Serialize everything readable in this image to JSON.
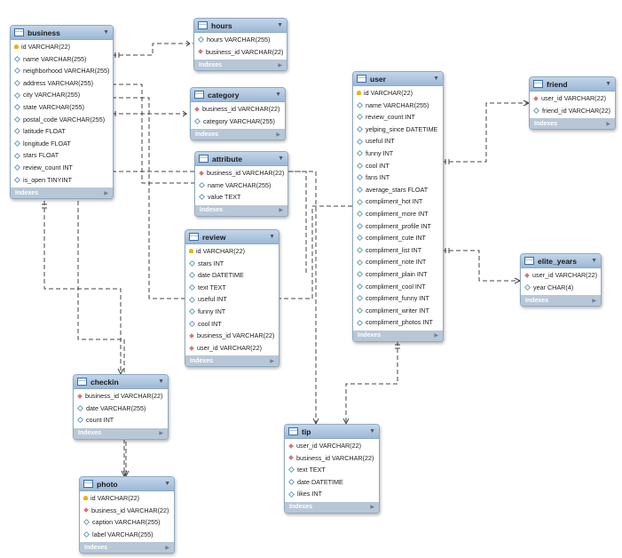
{
  "tables": [
    {
      "id": "business",
      "name": "business",
      "footer": "Indexes",
      "columns": [
        {
          "text": "id VARCHAR(22)",
          "key": "pk"
        },
        {
          "text": "name VARCHAR(255)",
          "key": "col"
        },
        {
          "text": "neighborhood VARCHAR(255)",
          "key": "col"
        },
        {
          "text": "address VARCHAR(255)",
          "key": "col"
        },
        {
          "text": "city VARCHAR(255)",
          "key": "col"
        },
        {
          "text": "state VARCHAR(255)",
          "key": "col"
        },
        {
          "text": "postal_code VARCHAR(255)",
          "key": "col"
        },
        {
          "text": "latitude FLOAT",
          "key": "col"
        },
        {
          "text": "longitude FLOAT",
          "key": "col"
        },
        {
          "text": "stars FLOAT",
          "key": "col"
        },
        {
          "text": "review_count INT",
          "key": "col"
        },
        {
          "text": "is_open TINYINT",
          "key": "col"
        }
      ]
    },
    {
      "id": "hours",
      "name": "hours",
      "footer": "Indexes",
      "columns": [
        {
          "text": "hours VARCHAR(255)",
          "key": "col"
        },
        {
          "text": "business_id VARCHAR(22)",
          "key": "fk"
        }
      ]
    },
    {
      "id": "category",
      "name": "category",
      "footer": "Indexes",
      "columns": [
        {
          "text": "business_id VARCHAR(22)",
          "key": "fk"
        },
        {
          "text": "category VARCHAR(255)",
          "key": "col"
        }
      ]
    },
    {
      "id": "attribute",
      "name": "attribute",
      "footer": "Indexes",
      "columns": [
        {
          "text": "business_id VARCHAR(22)",
          "key": "fk"
        },
        {
          "text": "name VARCHAR(255)",
          "key": "col"
        },
        {
          "text": "value TEXT",
          "key": "col"
        }
      ]
    },
    {
      "id": "review",
      "name": "review",
      "footer": "Indexes",
      "columns": [
        {
          "text": "id VARCHAR(22)",
          "key": "pk"
        },
        {
          "text": "stars INT",
          "key": "col"
        },
        {
          "text": "date DATETIME",
          "key": "col"
        },
        {
          "text": "text TEXT",
          "key": "col"
        },
        {
          "text": "useful INT",
          "key": "col"
        },
        {
          "text": "funny INT",
          "key": "col"
        },
        {
          "text": "cool INT",
          "key": "col"
        },
        {
          "text": "business_id VARCHAR(22)",
          "key": "fk"
        },
        {
          "text": "user_id VARCHAR(22)",
          "key": "fk"
        }
      ]
    },
    {
      "id": "user",
      "name": "user",
      "footer": "Indexes",
      "columns": [
        {
          "text": "id VARCHAR(22)",
          "key": "pk"
        },
        {
          "text": "name VARCHAR(255)",
          "key": "col"
        },
        {
          "text": "review_count INT",
          "key": "col"
        },
        {
          "text": "yelping_since DATETIME",
          "key": "col"
        },
        {
          "text": "useful INT",
          "key": "col"
        },
        {
          "text": "funny INT",
          "key": "col"
        },
        {
          "text": "cool INT",
          "key": "col"
        },
        {
          "text": "fans INT",
          "key": "col"
        },
        {
          "text": "average_stars FLOAT",
          "key": "col"
        },
        {
          "text": "compliment_hot INT",
          "key": "col"
        },
        {
          "text": "compliment_more INT",
          "key": "col"
        },
        {
          "text": "compliment_profile INT",
          "key": "col"
        },
        {
          "text": "compliment_cute INT",
          "key": "col"
        },
        {
          "text": "compliment_list INT",
          "key": "col"
        },
        {
          "text": "compliment_note INT",
          "key": "col"
        },
        {
          "text": "compliment_plain INT",
          "key": "col"
        },
        {
          "text": "compliment_cool INT",
          "key": "col"
        },
        {
          "text": "compliment_funny INT",
          "key": "col"
        },
        {
          "text": "compliment_writer INT",
          "key": "col"
        },
        {
          "text": "compliment_photos INT",
          "key": "col"
        }
      ]
    },
    {
      "id": "friend",
      "name": "friend",
      "footer": "Indexes",
      "columns": [
        {
          "text": "user_id VARCHAR(22)",
          "key": "fk"
        },
        {
          "text": "friend_id VARCHAR(22)",
          "key": "col"
        }
      ]
    },
    {
      "id": "elite_years",
      "name": "elite_years",
      "footer": "Indexes",
      "columns": [
        {
          "text": "user_id VARCHAR(22)",
          "key": "fk"
        },
        {
          "text": "year CHAR(4)",
          "key": "col"
        }
      ]
    },
    {
      "id": "checkin",
      "name": "checkin",
      "footer": "Indexes",
      "columns": [
        {
          "text": "business_id VARCHAR(22)",
          "key": "fk"
        },
        {
          "text": "date VARCHAR(255)",
          "key": "col"
        },
        {
          "text": "count INT",
          "key": "col"
        }
      ]
    },
    {
      "id": "tip",
      "name": "tip",
      "footer": "Indexes",
      "columns": [
        {
          "text": "user_id VARCHAR(22)",
          "key": "fk"
        },
        {
          "text": "business_id VARCHAR(22)",
          "key": "fk"
        },
        {
          "text": "text TEXT",
          "key": "col"
        },
        {
          "text": "date DATETIME",
          "key": "col"
        },
        {
          "text": "likes INT",
          "key": "col"
        }
      ]
    },
    {
      "id": "photo",
      "name": "photo",
      "footer": "Indexes",
      "columns": [
        {
          "text": "id VARCHAR(22)",
          "key": "pk"
        },
        {
          "text": "business_id VARCHAR(22)",
          "key": "fk"
        },
        {
          "text": "caption VARCHAR(255)",
          "key": "col"
        },
        {
          "text": "label VARCHAR(255)",
          "key": "col"
        }
      ]
    }
  ],
  "relationships": [
    {
      "from": "business",
      "to": "hours"
    },
    {
      "from": "business",
      "to": "category"
    },
    {
      "from": "business",
      "to": "attribute"
    },
    {
      "from": "business",
      "to": "review"
    },
    {
      "from": "business",
      "to": "checkin"
    },
    {
      "from": "business",
      "to": "photo"
    },
    {
      "from": "business",
      "to": "tip"
    },
    {
      "from": "user",
      "to": "review"
    },
    {
      "from": "user",
      "to": "friend"
    },
    {
      "from": "user",
      "to": "elite_years"
    },
    {
      "from": "user",
      "to": "tip"
    }
  ]
}
